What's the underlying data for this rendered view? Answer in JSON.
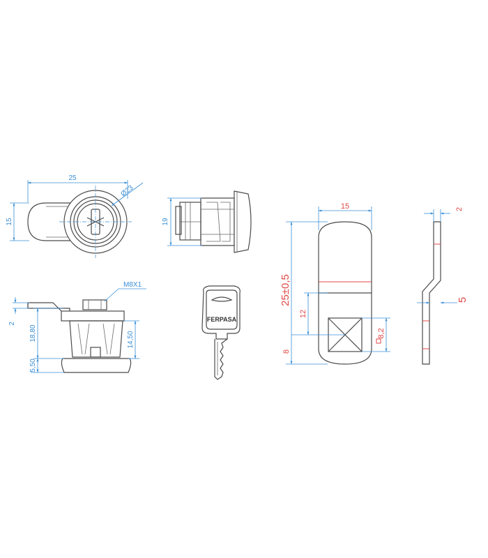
{
  "front_view": {
    "width_label": "25",
    "height_label": "15",
    "diameter_label": "Ø23"
  },
  "side_view": {
    "height_label": "19"
  },
  "section_view": {
    "thread_label": "M8X1",
    "cam_thickness_label": "2",
    "overall_label": "18,80",
    "flange_label": "5,50",
    "body_label": "14,50"
  },
  "key": {
    "brand": "FERPASA"
  },
  "cam_view": {
    "width_label": "15",
    "length_label": "25±0,5",
    "hole_pos_label": "12",
    "end_label": "8",
    "square_label": "8,2"
  },
  "cam_side_view": {
    "thickness_label": "2",
    "offset_label": "5"
  }
}
